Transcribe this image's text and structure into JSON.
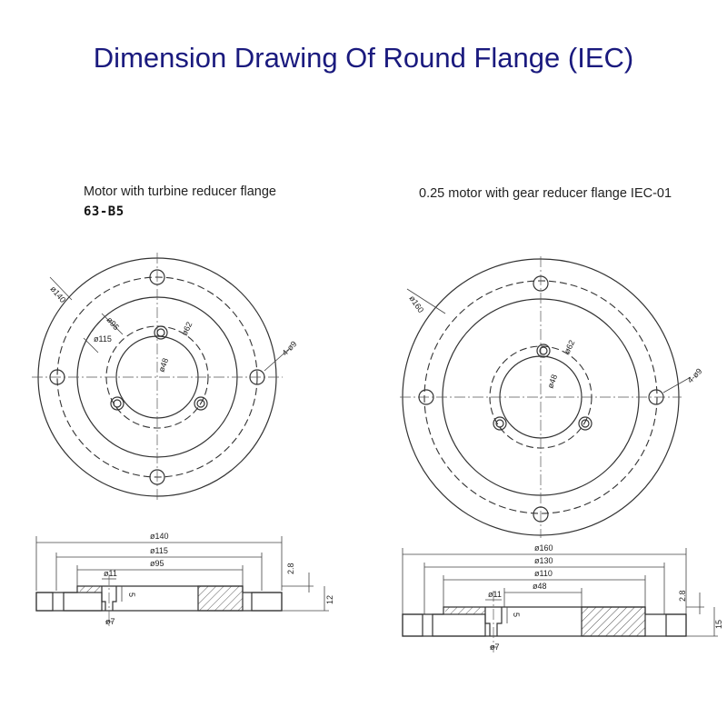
{
  "title": "Dimension Drawing Of Round Flange (IEC)",
  "left": {
    "caption": "Motor with turbine reducer flange",
    "code": "63-B5",
    "top_labels": {
      "outer": "ø140",
      "pcd": "ø115",
      "boss": "ø95",
      "center_hole": "ø48",
      "inner_pcd": "ø62",
      "holes": "4-ø9"
    },
    "side_labels": {
      "outer": "ø140",
      "pcd": "ø115",
      "boss": "ø95",
      "counterbore": "ø11",
      "hole": "ø7",
      "depth": "5",
      "step": "2.8",
      "thickness": "12"
    }
  },
  "right": {
    "caption": "0.25 motor with gear reducer flange IEC-01",
    "top_labels": {
      "outer": "ø160",
      "center_hole": "ø48",
      "inner_pcd": "ø62",
      "holes": "4-ø9"
    },
    "side_labels": {
      "outer": "ø160",
      "pcd": "ø130",
      "boss": "ø110",
      "bore": "ø48",
      "counterbore": "ø11",
      "hole": "ø7",
      "depth": "5",
      "step": "2.8",
      "thickness": "15"
    }
  },
  "colors": {
    "title": "#1a1a7e",
    "line": "#333333"
  }
}
